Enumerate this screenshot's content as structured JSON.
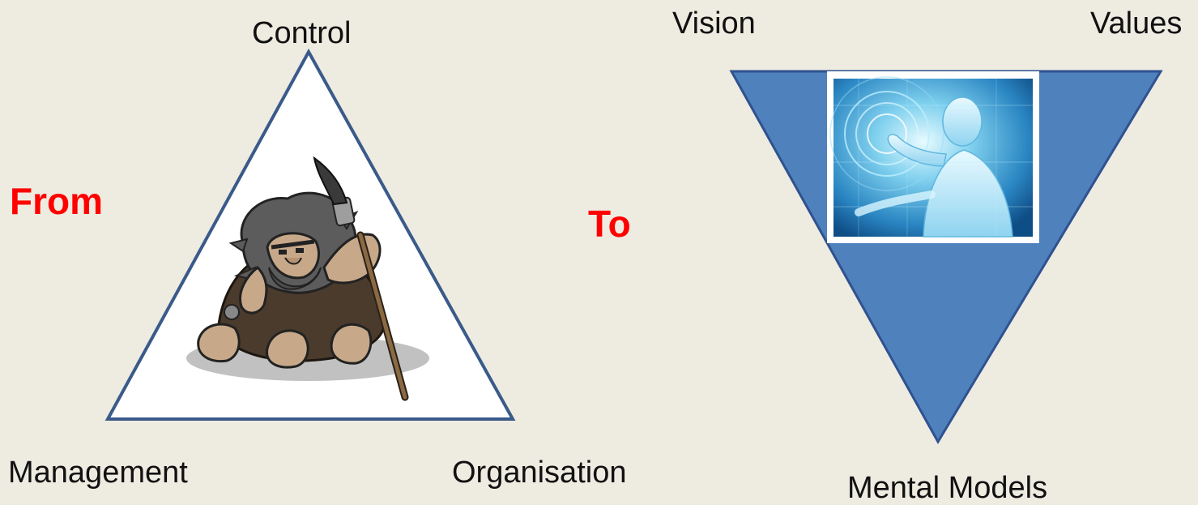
{
  "left": {
    "from_label": "From",
    "top_label": "Control",
    "bottom_left_label": "Management",
    "bottom_right_label": "Organisation",
    "triangle_fill": "#ffffff",
    "triangle_stroke": "#3a5a8a",
    "picture": "caveman-cartoon"
  },
  "right": {
    "to_label": "To",
    "top_left_label": "Vision",
    "top_right_label": "Values",
    "bottom_label": "Mental Models",
    "triangle_fill": "#4f81bd",
    "triangle_stroke": "#2f528f",
    "picture": "digital-human-touch-image"
  },
  "colors": {
    "background": "#eeebe1",
    "accent_text": "#ff0000"
  }
}
